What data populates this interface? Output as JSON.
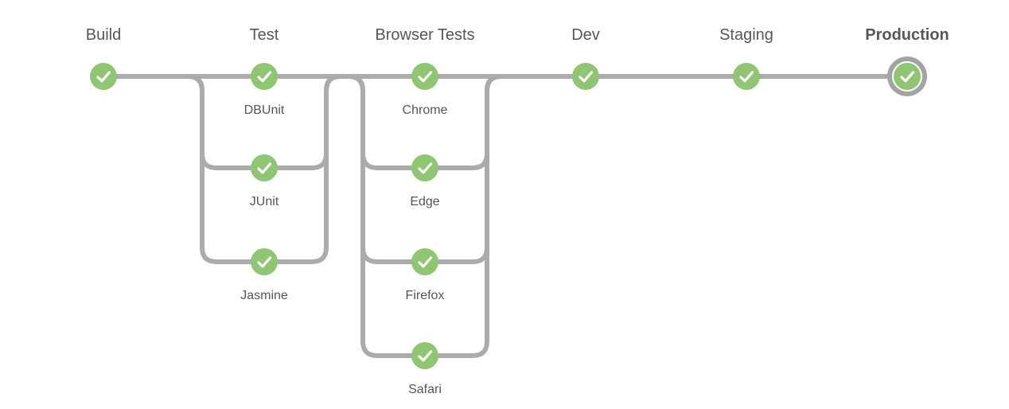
{
  "pipeline": {
    "stages": [
      {
        "id": "build",
        "label": "Build",
        "emphasis": false,
        "selected": false,
        "tasks": [
          {
            "label": "",
            "status": "success"
          }
        ]
      },
      {
        "id": "test",
        "label": "Test",
        "emphasis": false,
        "selected": false,
        "tasks": [
          {
            "label": "DBUnit",
            "status": "success"
          },
          {
            "label": "JUnit",
            "status": "success"
          },
          {
            "label": "Jasmine",
            "status": "success"
          }
        ]
      },
      {
        "id": "browser-tests",
        "label": "Browser Tests",
        "emphasis": false,
        "selected": false,
        "tasks": [
          {
            "label": "Chrome",
            "status": "success"
          },
          {
            "label": "Edge",
            "status": "success"
          },
          {
            "label": "Firefox",
            "status": "success"
          },
          {
            "label": "Safari",
            "status": "success"
          }
        ]
      },
      {
        "id": "dev",
        "label": "Dev",
        "emphasis": false,
        "selected": false,
        "tasks": [
          {
            "label": "",
            "status": "success"
          }
        ]
      },
      {
        "id": "staging",
        "label": "Staging",
        "emphasis": false,
        "selected": false,
        "tasks": [
          {
            "label": "",
            "status": "success"
          }
        ]
      },
      {
        "id": "production",
        "label": "Production",
        "emphasis": true,
        "selected": true,
        "tasks": [
          {
            "label": "",
            "status": "success"
          }
        ]
      }
    ],
    "status_icon": "check-icon",
    "colors": {
      "background": "#ffffff",
      "line": "#ababab",
      "node_success": "#90c573",
      "check": "#ffffff",
      "label_text": "#55565b",
      "selected_ring": "#a4a4a4"
    }
  }
}
